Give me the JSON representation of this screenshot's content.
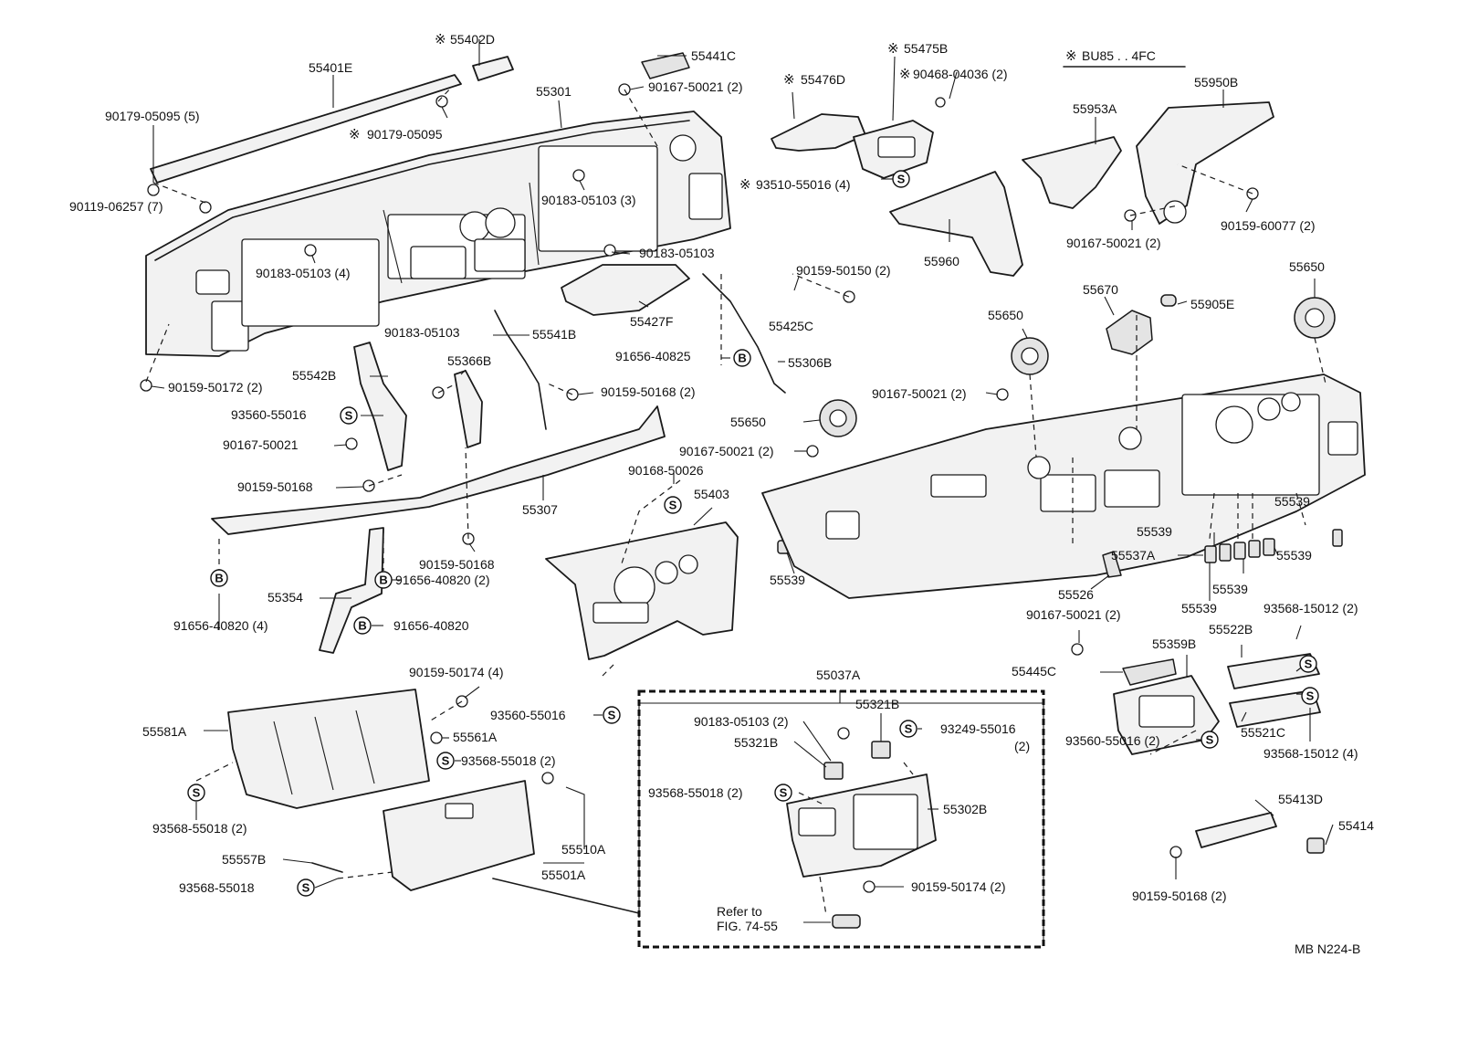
{
  "labels": {
    "l_55402D": "55402D",
    "l_55401E": "55401E",
    "l_90179_05095_5": "90179-05095 (5)",
    "l_90179_05095": "90179-05095",
    "l_90119_06257": "90119-06257 (7)",
    "l_55301": "55301",
    "l_55441C": "55441C",
    "l_90167_50021_2a": "90167-50021 (2)",
    "l_55476D": "55476D",
    "l_55475B": "55475B",
    "l_90468_04036": "90468-04036 (2)",
    "l_bu85": "BU85 . . 4FC",
    "l_55950B": "55950B",
    "l_55953A": "55953A",
    "l_90183_05103_3": "90183-05103 (3)",
    "l_93510_55016": "93510-55016 (4)",
    "l_55960": "55960",
    "l_90167_50021_2b": "90167-50021 (2)",
    "l_90159_60077": "90159-60077 (2)",
    "l_90183_05103_4": "90183-05103 (4)",
    "l_90183_05103_a": "90183-05103",
    "l_90159_50150": "90159-50150 (2)",
    "l_55427F": "55427F",
    "l_55425C": "55425C",
    "l_55650_a": "55650",
    "l_55670": "55670",
    "l_55905E": "55905E",
    "l_55650_b": "55650",
    "l_90183_05103_b": "90183-05103",
    "l_55541B": "55541B",
    "l_91656_40825": "91656-40825",
    "l_55306B": "55306B",
    "l_55542B": "55542B",
    "l_55366B": "55366B",
    "l_90159_50172": "90159-50172 (2)",
    "l_90159_50168_2a": "90159-50168 (2)",
    "l_90167_50021_2c": "90167-50021 (2)",
    "l_93560_55016_a": "93560-55016",
    "l_55650_c": "55650",
    "l_90167_50021_a": "90167-50021",
    "l_90167_50021_2d": "90167-50021 (2)",
    "l_90168_50026": "90168-50026",
    "l_90159_50168_a": "90159-50168",
    "l_55307": "55307",
    "l_55403": "55403",
    "l_55539_a": "55539",
    "l_55539_b": "55539",
    "l_55537A": "55537A",
    "l_55539_c": "55539",
    "l_55539_d": "55539",
    "l_55539_e": "55539",
    "l_55539_f": "55539",
    "l_90159_50168_b": "90159-50168",
    "l_91656_40820_2": "91656-40820 (2)",
    "l_55526": "55526",
    "l_55354": "55354",
    "l_91656_40820_4": "91656-40820 (4)",
    "l_91656_40820": "91656-40820",
    "l_90167_50021_2e": "90167-50021 (2)",
    "l_93568_15012_2": "93568-15012 (2)",
    "l_55522B": "55522B",
    "l_55359B": "55359B",
    "l_55445C": "55445C",
    "l_90159_50174_4": "90159-50174 (4)",
    "l_55037A": "55037A",
    "l_93560_55016_b": "93560-55016",
    "l_55581A": "55581A",
    "l_55561A": "55561A",
    "l_93568_55018_2a": "93568-55018 (2)",
    "l_90183_05103_2": "90183-05103 (2)",
    "l_55321B_a": "55321B",
    "l_93249_55016": "93249-55016",
    "l_93249_qty": "(2)",
    "l_55321B_b": "55321B",
    "l_93560_55016_2": "93560-55016 (2)",
    "l_55521C": "55521C",
    "l_93568_15012_4": "93568-15012 (4)",
    "l_93568_55018_2b": "93568-55018 (2)",
    "l_93568_55018_2c": "93568-55018 (2)",
    "l_55302B": "55302B",
    "l_55510A": "55510A",
    "l_55413D": "55413D",
    "l_55414": "55414",
    "l_55557B": "55557B",
    "l_55501A": "55501A",
    "l_93568_55018": "93568-55018",
    "l_90159_50174_2": "90159-50174 (2)",
    "l_refer_to": "Refer to",
    "l_fig": "FIG. 74-55",
    "l_90159_50168_2b": "90159-50168 (2)",
    "l_ref": "MB N224-B"
  },
  "symbols": {
    "note_mark": "※",
    "badge_s": "S",
    "badge_b": "B"
  },
  "colors": {
    "ink": "#1a1a1a",
    "paper": "#ffffff",
    "part_fill": "#f2f2f2"
  }
}
